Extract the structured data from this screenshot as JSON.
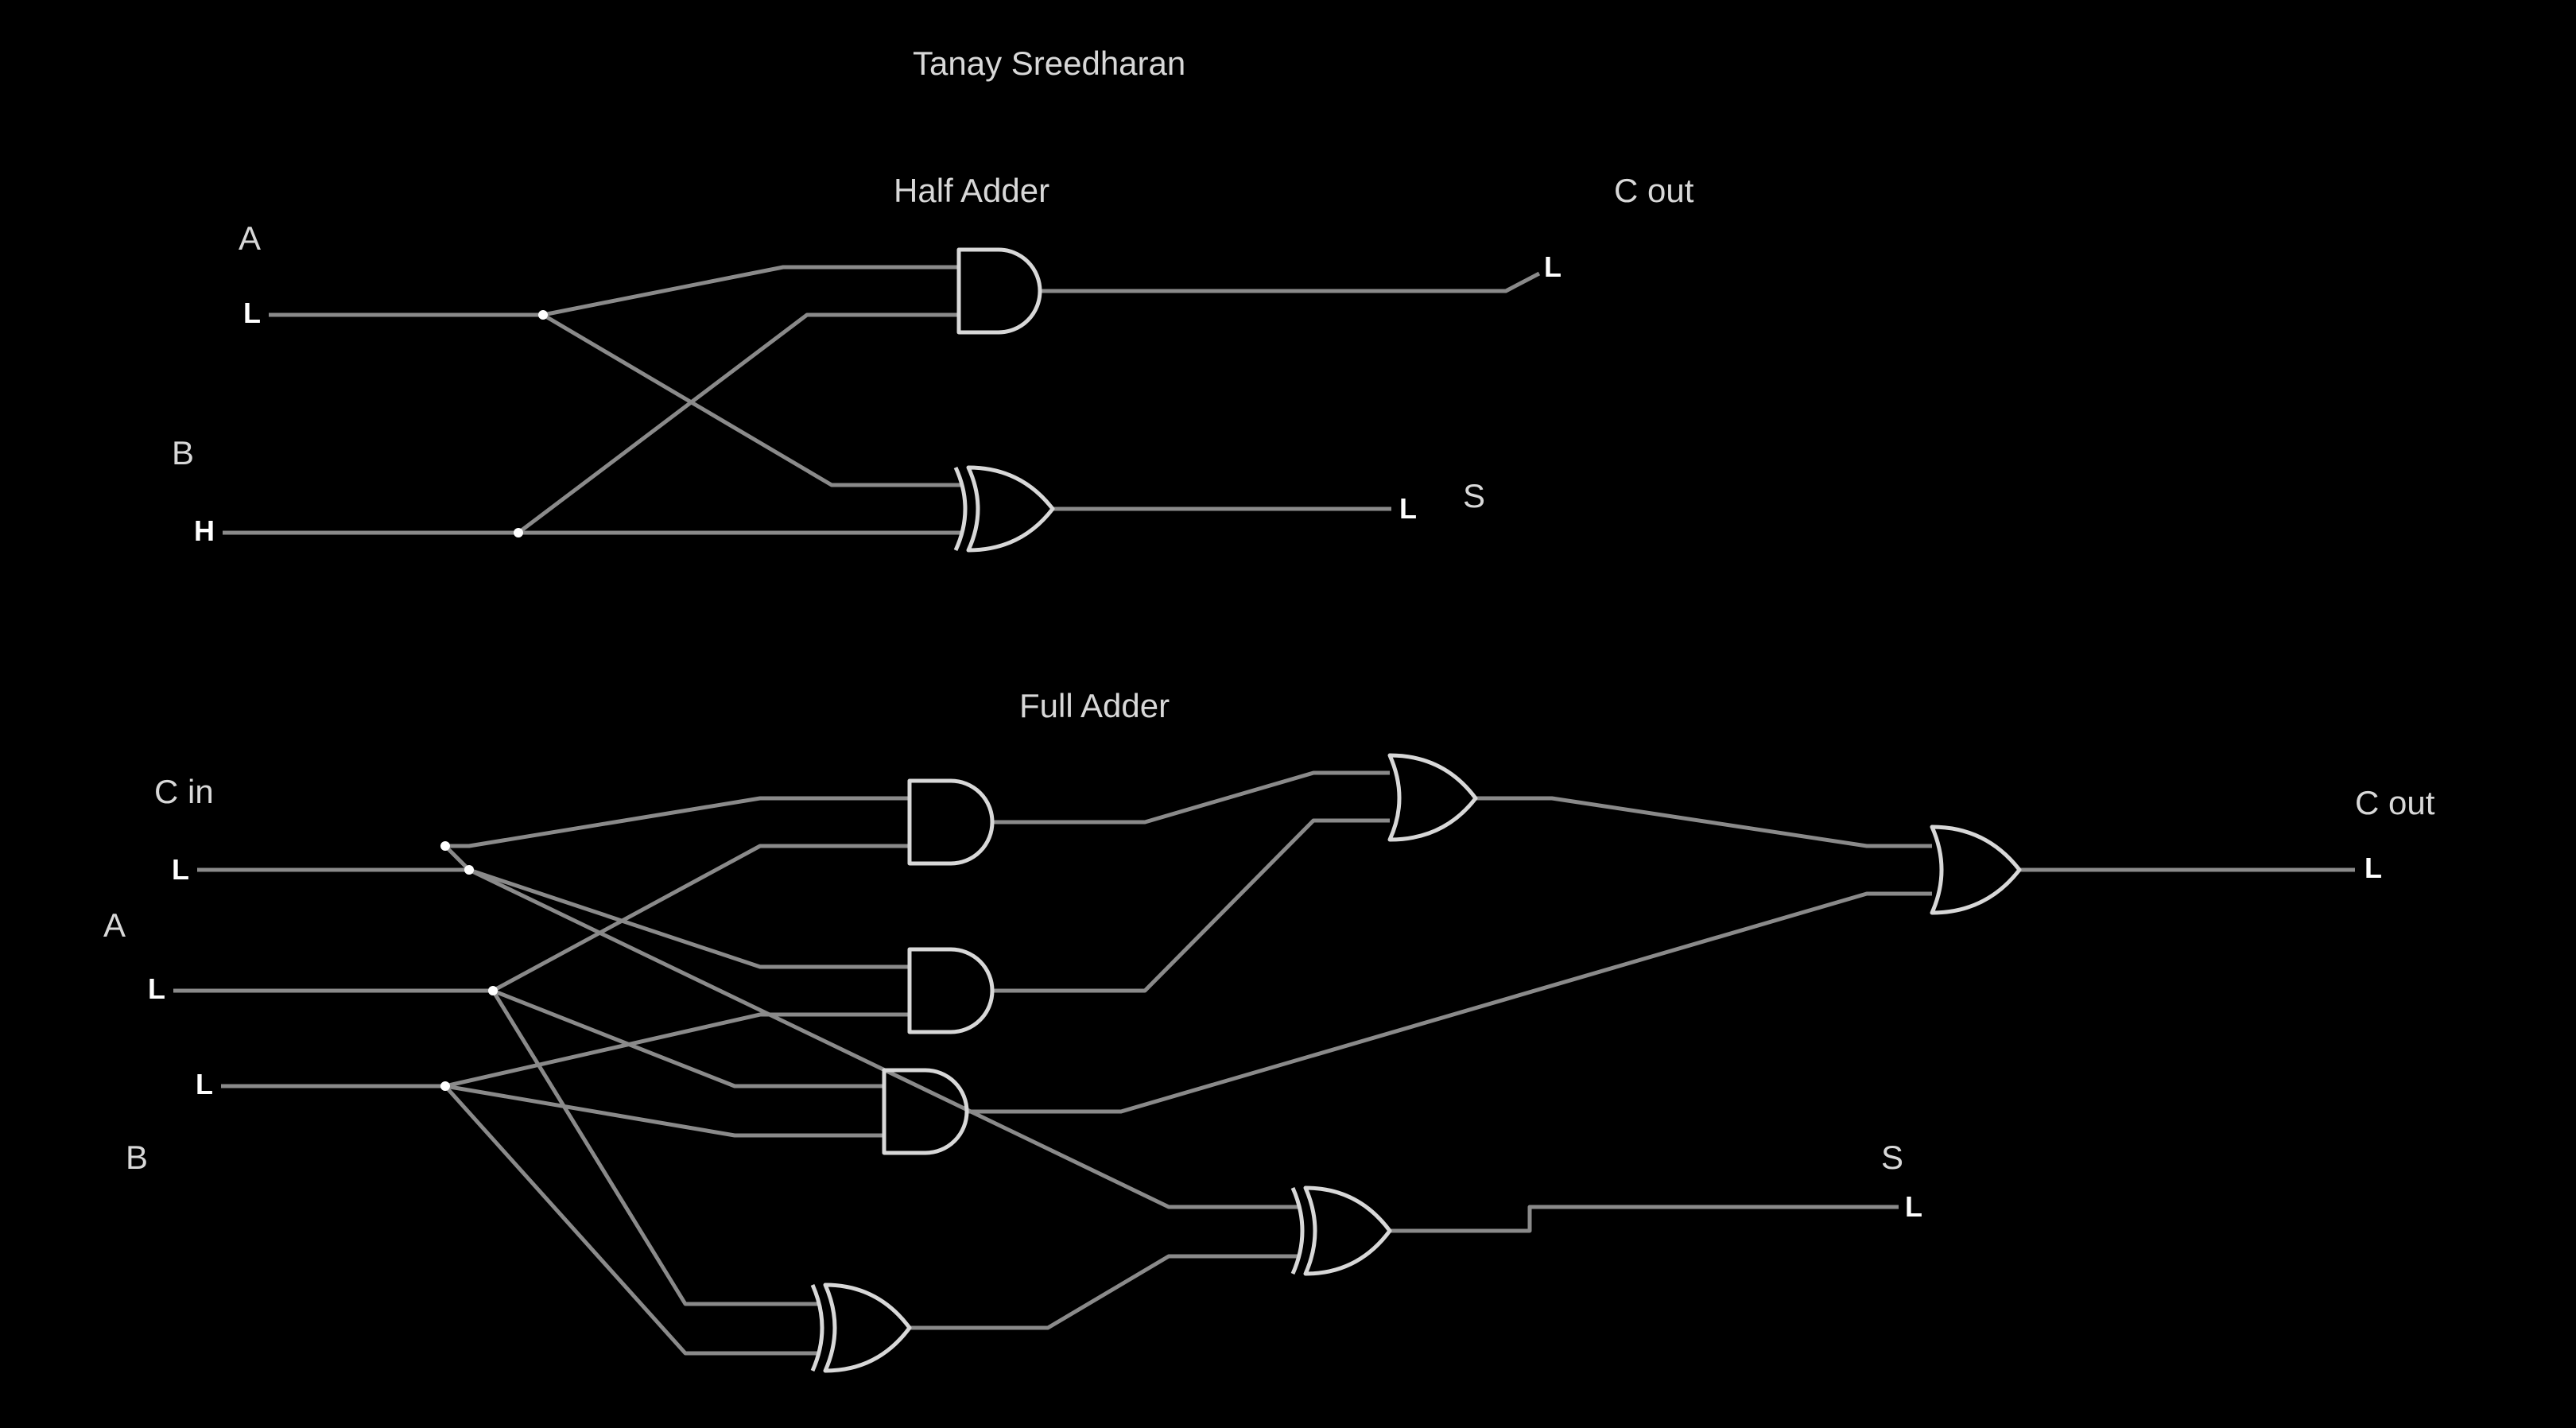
{
  "title": "Tanay Sreedharan",
  "half_adder": {
    "heading": "Half Adder",
    "input_a": {
      "label": "A",
      "state": "L"
    },
    "input_b": {
      "label": "B",
      "state": "H"
    },
    "carry_out": {
      "label": "C out",
      "state": "L"
    },
    "sum": {
      "label": "S",
      "state": "L"
    }
  },
  "full_adder": {
    "heading": "Full Adder",
    "carry_in": {
      "label": "C in",
      "state": "L"
    },
    "input_a": {
      "label": "A",
      "state": "L"
    },
    "input_b": {
      "label": "B",
      "state": "L"
    },
    "carry_out": {
      "label": "C out",
      "state": "L"
    },
    "sum": {
      "label": "S",
      "state": "L"
    }
  }
}
